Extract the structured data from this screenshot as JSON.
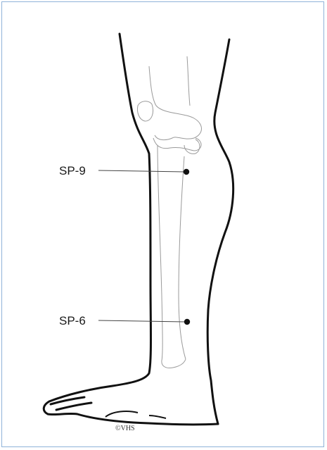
{
  "figure": {
    "points": [
      {
        "label": "SP-9"
      },
      {
        "label": "SP-6"
      }
    ],
    "copyright": "©VHS"
  },
  "colors": {
    "frame_border": "#8fb3d9",
    "leg_outline": "#111111",
    "bone_outline": "#9a9a9a",
    "point": "#111111"
  }
}
